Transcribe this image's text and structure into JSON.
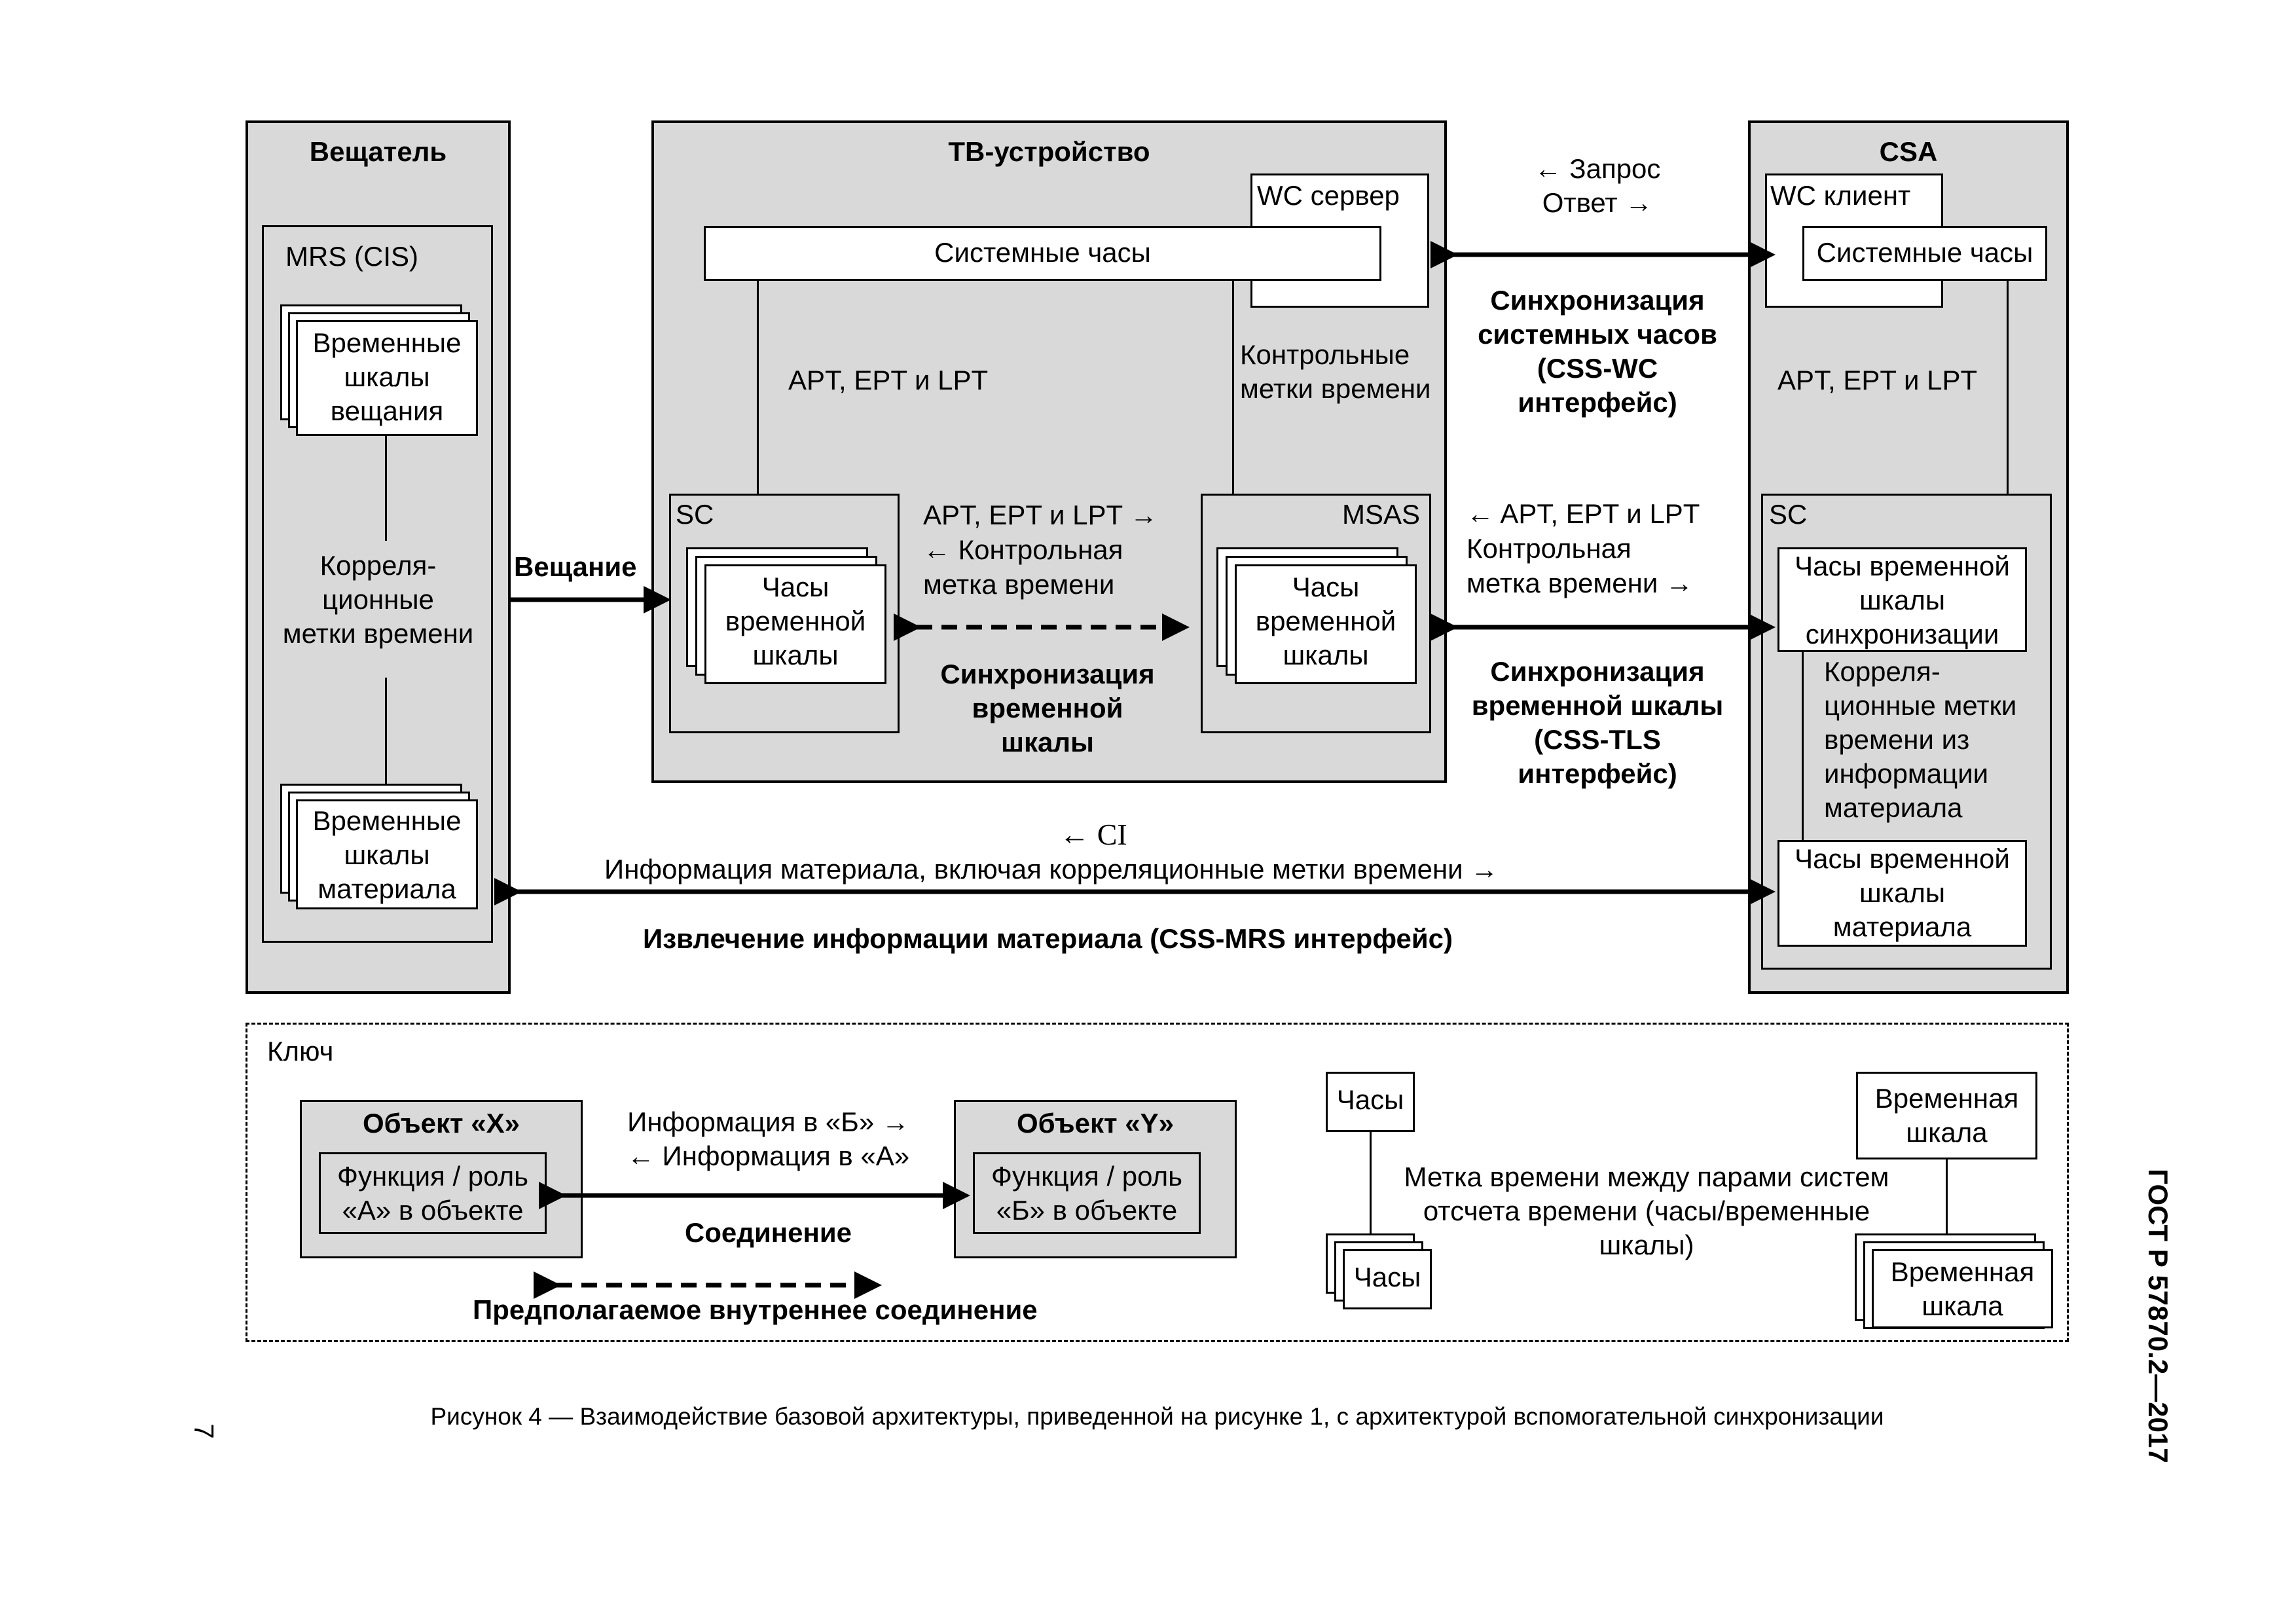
{
  "broadcaster": {
    "title": "Вещатель",
    "mrs_label": "MRS (CIS)",
    "broadcast_timelines": "Временные\nшкалы\nвещания",
    "correlation_timestamps": "Корреля-\nционные\nметки времени",
    "content_timelines": "Временные\nшкалы\nматериала"
  },
  "tv_device": {
    "title": "ТВ-устройство",
    "wc_server": "WC сервер",
    "system_clock": "Системные часы",
    "apt_ept_lpt": "APT, EPT и LPT",
    "control_timestamps": "Контрольные\nметки времени",
    "sc_label": "SC",
    "msas_label": "MSAS",
    "sc_clock": "Часы\nвременной\nшкалы",
    "msas_clock": "Часы\nвременной\nшкалы",
    "middle_arrows": "APT, EPT и LPT →\n← Контрольная\nметка времени",
    "timeline_sync": "Синхронизация\nвременной\nшкалы"
  },
  "broadcast_arrow_label": "Вещание",
  "wc_link": {
    "req_resp": "← Запрос\nОтвет →",
    "title": "Синхронизация\nсистемных часов\n(CSS-WC\nинтерфейс)"
  },
  "tls_link": {
    "label": "← APT, EPT и LPT\nКонтрольная\nметка времени →",
    "title": "Синхронизация\nвременной шкалы\n(CSS-TLS\nинтерфейс)"
  },
  "csa": {
    "title": "CSA",
    "wc_client": "WC клиент",
    "system_clock": "Системные часы",
    "apt_ept_lpt": "APT, EPT и LPT",
    "sc_label": "SC",
    "sync_timeline_clock": "Часы временной\nшкалы\nсинхронизации",
    "correlation_text": "Корреля-\nционные метки\nвремени из\nинформации\nматериала",
    "content_timeline_clock": "Часы временной\nшкалы\nматериала"
  },
  "mrs_link": {
    "ci": "← CI",
    "content_info": "Информация материала, включая корреляционные метки времени →",
    "title": "Извлечение информации материала (CSS-MRS интерфейс)"
  },
  "key": {
    "title": "Ключ",
    "object_x": "Объект «X»",
    "function_a": "Функция / роль\n«А» в объекте",
    "object_y": "Объект «Y»",
    "function_b": "Функция / роль\n«Б» в объекте",
    "info_arrows": "Информация в «Б» →\n← Информация в «А»",
    "connection": "Соединение",
    "internal_connection": "Предполагаемое внутреннее соединение",
    "clock": "Часы",
    "clock_stack": "Часы",
    "timeline": "Временная\nшкала",
    "timeline_stack": "Временная\nшкала",
    "timestamp_desc": "Метка времени между парами систем\nотсчета времени (часы/временные\nшкалы)"
  },
  "caption": "Рисунок 4 — Взаимодействие базовой архитектуры, приведенной на рисунке 1, с архитектурой вспомогательной синхронизации",
  "side_standard": "ГОСТ Р 57870.2—2017",
  "page_number": "7"
}
